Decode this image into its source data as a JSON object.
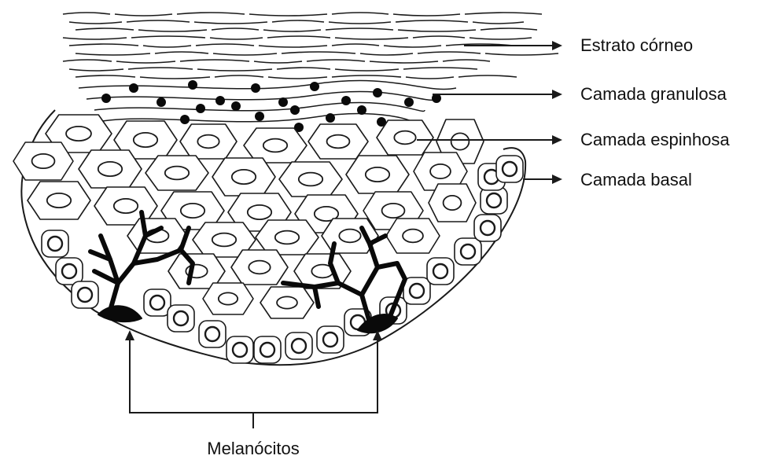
{
  "labels": {
    "stratum_corneum": "Estrato córneo",
    "granular_layer": "Camada granulosa",
    "spinous_layer": "Camada espinhosa",
    "basal_layer": "Camada basal",
    "melanocytes": "Melanócitos"
  },
  "colors": {
    "ink": "#1a1a1a",
    "cell_fill": "#ffffff",
    "melanocyte": "#0a0a0a",
    "background": "#ffffff"
  }
}
